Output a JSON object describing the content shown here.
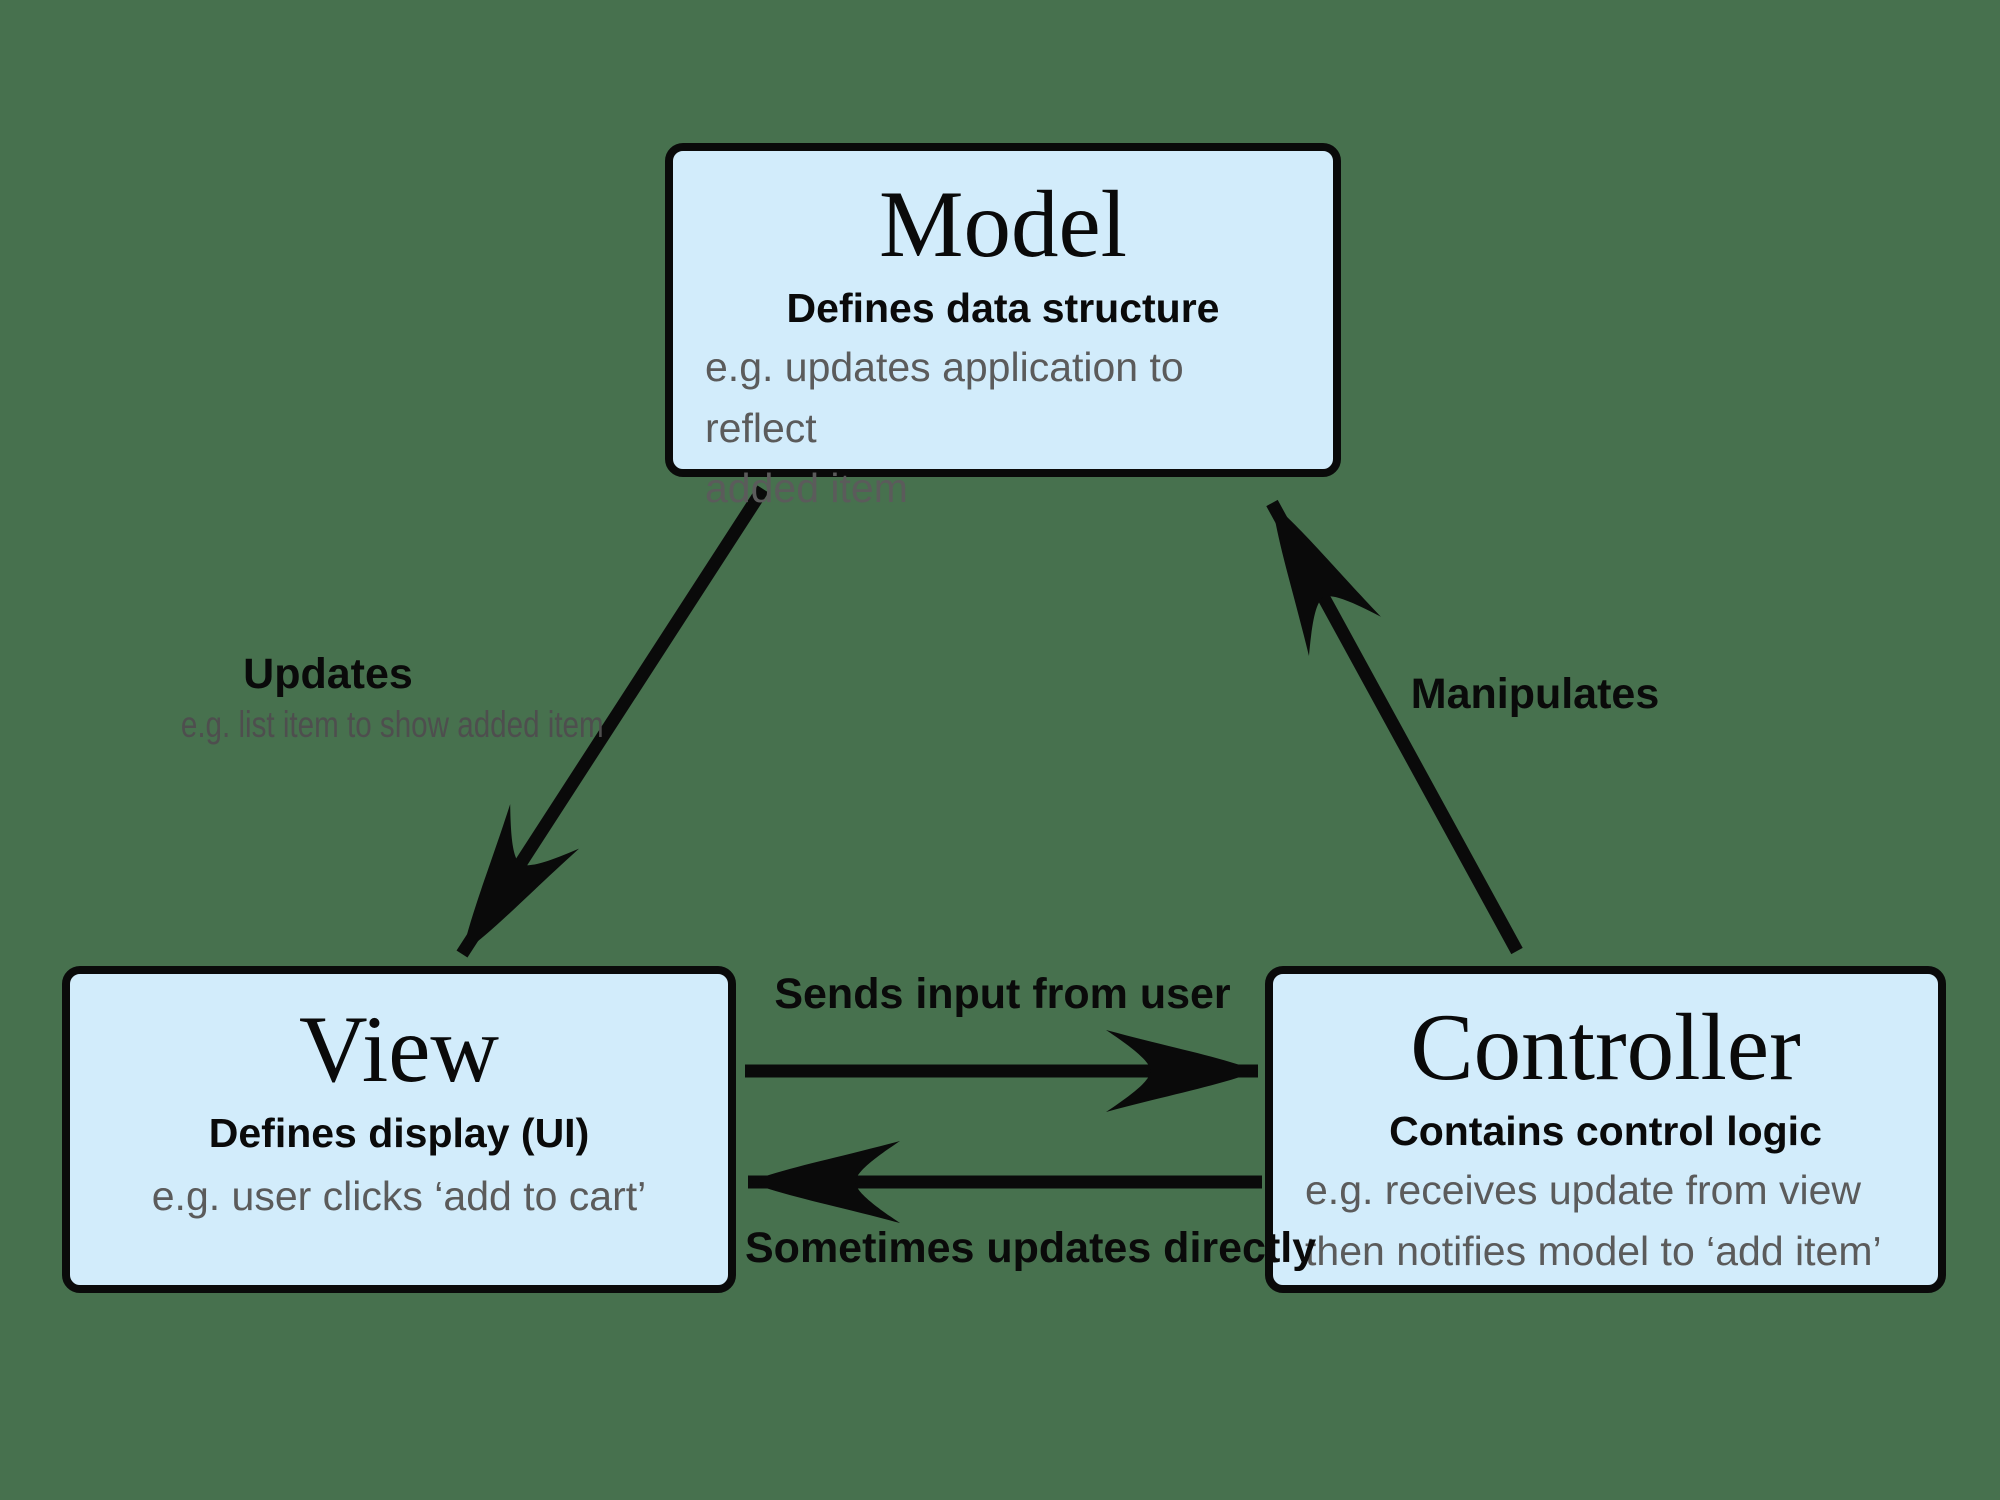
{
  "colors": {
    "background": "#47714E",
    "node_fill": "#D2ECFB",
    "node_border": "#000000",
    "text_primary": "#0A0A0A",
    "text_muted": "#5B5B5B",
    "text_muted_dark": "#4E4E4E"
  },
  "diagram": {
    "type": "mvc-architecture-diagram",
    "nodes": {
      "model": {
        "title": "Model",
        "subtitle": "Defines data structure",
        "example_lines": [
          "e.g. updates application to reflect",
          "added item"
        ]
      },
      "view": {
        "title": "View",
        "subtitle": "Defines display (UI)",
        "example": "e.g. user clicks ‘add to cart’"
      },
      "controller": {
        "title": "Controller",
        "subtitle": "Contains control logic",
        "example_lines": [
          "e.g. receives update from view",
          "then notifies model to ‘add item’"
        ]
      }
    },
    "edges": {
      "model_to_view": {
        "from": "model",
        "to": "view",
        "label": "Updates",
        "sublabel": "e.g. list item to show added item"
      },
      "controller_to_model": {
        "from": "controller",
        "to": "model",
        "label": "Manipulates"
      },
      "view_to_controller": {
        "from": "view",
        "to": "controller",
        "label": "Sends input from user"
      },
      "controller_to_view": {
        "from": "controller",
        "to": "view",
        "label": "Sometimes updates directly"
      }
    }
  }
}
